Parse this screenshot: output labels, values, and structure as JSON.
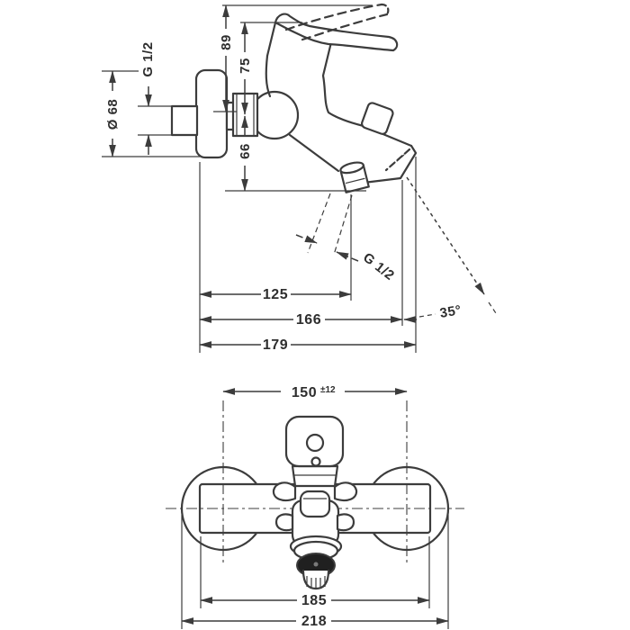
{
  "drawing": {
    "background": "#ffffff",
    "line_color": "#3c3c3c",
    "text_color": "#2e2e2e",
    "aerator_fill": "#202020"
  },
  "side_view": {
    "dim_height_to_raised_lever": "89",
    "dim_height_to_lever": "75",
    "dim_drop_to_outlet": "66",
    "dim_escutcheon_diameter": "Ø 68",
    "dim_wall_connection_thread": "G 1/2",
    "dim_outlet_thread": "G 1/2",
    "dim_reach_to_outlet": "125",
    "dim_reach_to_spout_end": "166",
    "dim_total_depth": "179",
    "dim_spout_angle": "35°"
  },
  "top_view": {
    "dim_connection_centers": "150",
    "dim_connection_tolerance": "±12",
    "dim_body_length": "185",
    "dim_overall_length": "218"
  }
}
